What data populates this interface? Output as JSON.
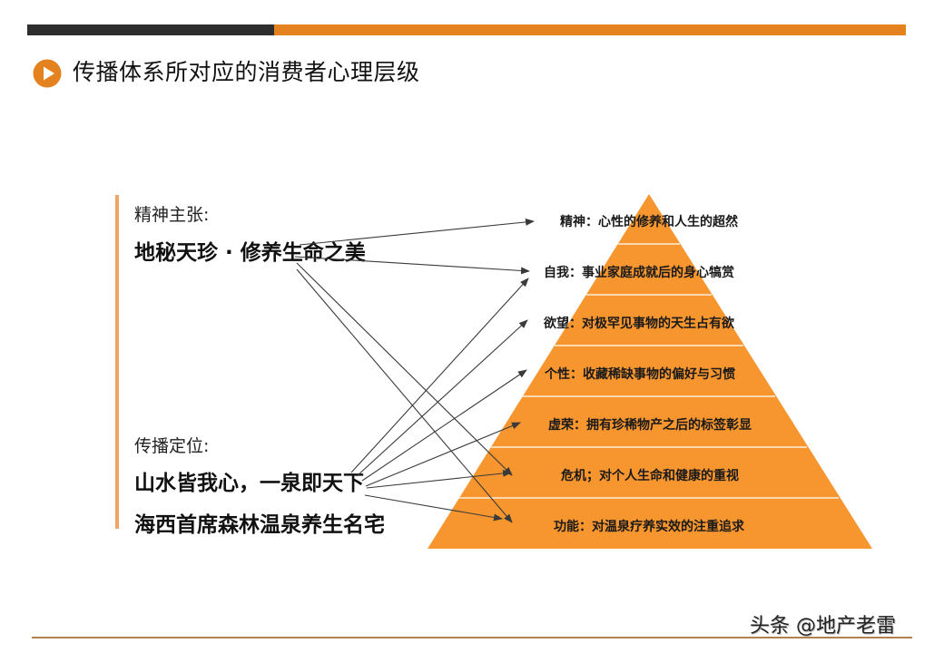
{
  "header": {
    "title": "传播体系所对应的消费者心理层级",
    "title_icon": "play-circle-icon",
    "bar_colors": {
      "dark": "#2e2e2e",
      "accent": "#e4821f"
    }
  },
  "left_panel": {
    "spirit_label": "精神主张:",
    "spirit_slogan": "地秘天珍 · 修养生命之美",
    "position_label": "传播定位:",
    "position_slogan_1": "山水皆我心，一泉即天下",
    "position_slogan_2": "海西首席森林温泉养生名宅",
    "rule_color": "#f0a564"
  },
  "pyramid": {
    "fill_color": "#f7952f",
    "divider_color": "#fbd8b0",
    "levels": [
      {
        "label": "精神：心性的修养和人生的超然"
      },
      {
        "label": "自我：事业家庭成就后的身心犒赏"
      },
      {
        "label": "欲望：对极罕见事物的天生占有欲"
      },
      {
        "label": "个性：收藏稀缺事物的偏好与习惯"
      },
      {
        "label": "虚荣：拥有珍稀物产之后的标签彰显"
      },
      {
        "label": "危机；对个人生命和健康的重视"
      },
      {
        "label": "功能：对温泉疗养实效的注重追求"
      }
    ]
  },
  "arrows": {
    "from_spirit_slogan_to": [
      "精神",
      "自我",
      "危机",
      "功能"
    ],
    "from_position_slogan_to": [
      "自我",
      "欲望",
      "个性",
      "虚荣",
      "危机",
      "功能"
    ]
  },
  "footer": {
    "watermark": "头条 @地产老雷",
    "rule_color": "#b3814f"
  }
}
